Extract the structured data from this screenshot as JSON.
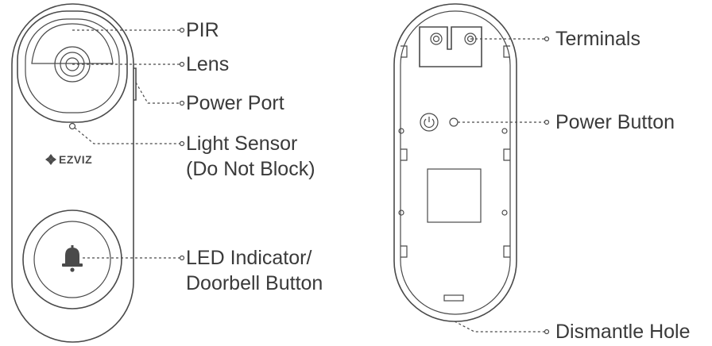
{
  "front_view": {
    "brand_logo": "EZVIZ",
    "labels": {
      "pir": "PIR",
      "lens": "Lens",
      "power_port": "Power Port",
      "light_sensor_line1": "Light Sensor",
      "light_sensor_line2": "(Do Not Block)",
      "led_line1": "LED Indicator/",
      "led_line2": "Doorbell Button"
    }
  },
  "back_view": {
    "labels": {
      "terminals": "Terminals",
      "power_button": "Power Button",
      "dismantle_hole": "Dismantle Hole"
    }
  },
  "icons": [
    "bell-icon",
    "power-icon",
    "ezviz-logo-icon"
  ],
  "colors": {
    "line": "#4a4a4a",
    "text": "#3a3a3a",
    "background": "#ffffff"
  }
}
